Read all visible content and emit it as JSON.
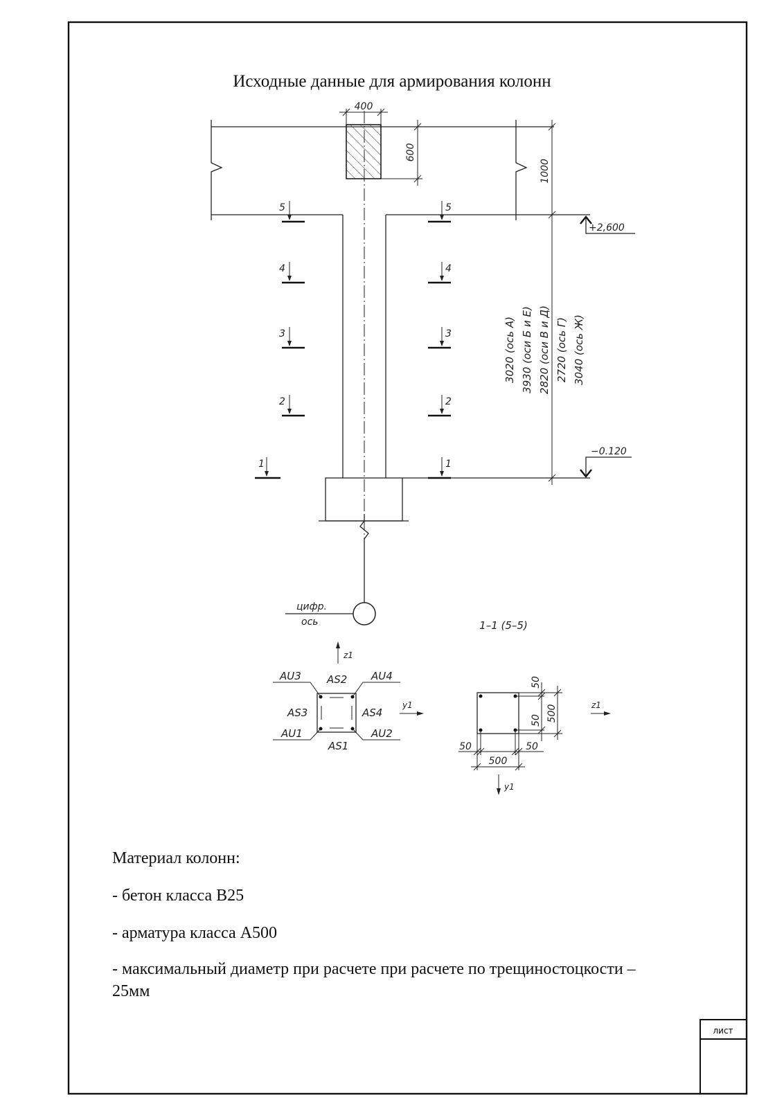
{
  "title": "Исходные данные для армирования колонн",
  "drawing": {
    "dim_beam_width": "400",
    "dim_beam_height": "600",
    "dim_top_height": "1000",
    "level_top": "+2,600",
    "level_bottom": "−0.120",
    "column_heights": [
      "3020 (ось А)",
      "3930 (оси Б и Е)",
      "2820 (оси В и Д)",
      "2720 (ось Г)",
      "3040 (ось Ж)"
    ],
    "section_marks_left": [
      "5",
      "4",
      "3",
      "2",
      "1"
    ],
    "section_marks_right": [
      "5",
      "4",
      "3",
      "2",
      "1"
    ],
    "axis_label_top": "цифр.",
    "axis_label_bottom": "ось",
    "section_title": "1–1 (5–5)",
    "scheme": {
      "axis_z": "z1",
      "axis_y": "y1",
      "labels": {
        "au3": "AU3",
        "as2": "AS2",
        "au4": "AU4",
        "as3": "AS3",
        "as4": "AS4",
        "au1": "AU1",
        "as1": "AS1",
        "au2": "AU2"
      }
    },
    "section": {
      "dim_50_top": "50",
      "dim_50_mid": "50",
      "dim_500_v": "500",
      "dim_50_left": "50",
      "dim_50_right": "50",
      "dim_500_h": "500",
      "axis_z": "z1",
      "axis_y": "y1"
    }
  },
  "materials": {
    "heading": "Материал колонн:",
    "concrete": "- бетон класса В25",
    "rebar": "- арматура класса А500",
    "max_diameter_line1": "- максимальный диаметр при расчете при расчете по трещиностоцкости –",
    "max_diameter_line2": "25мм"
  },
  "stamp": {
    "label": "лист"
  }
}
